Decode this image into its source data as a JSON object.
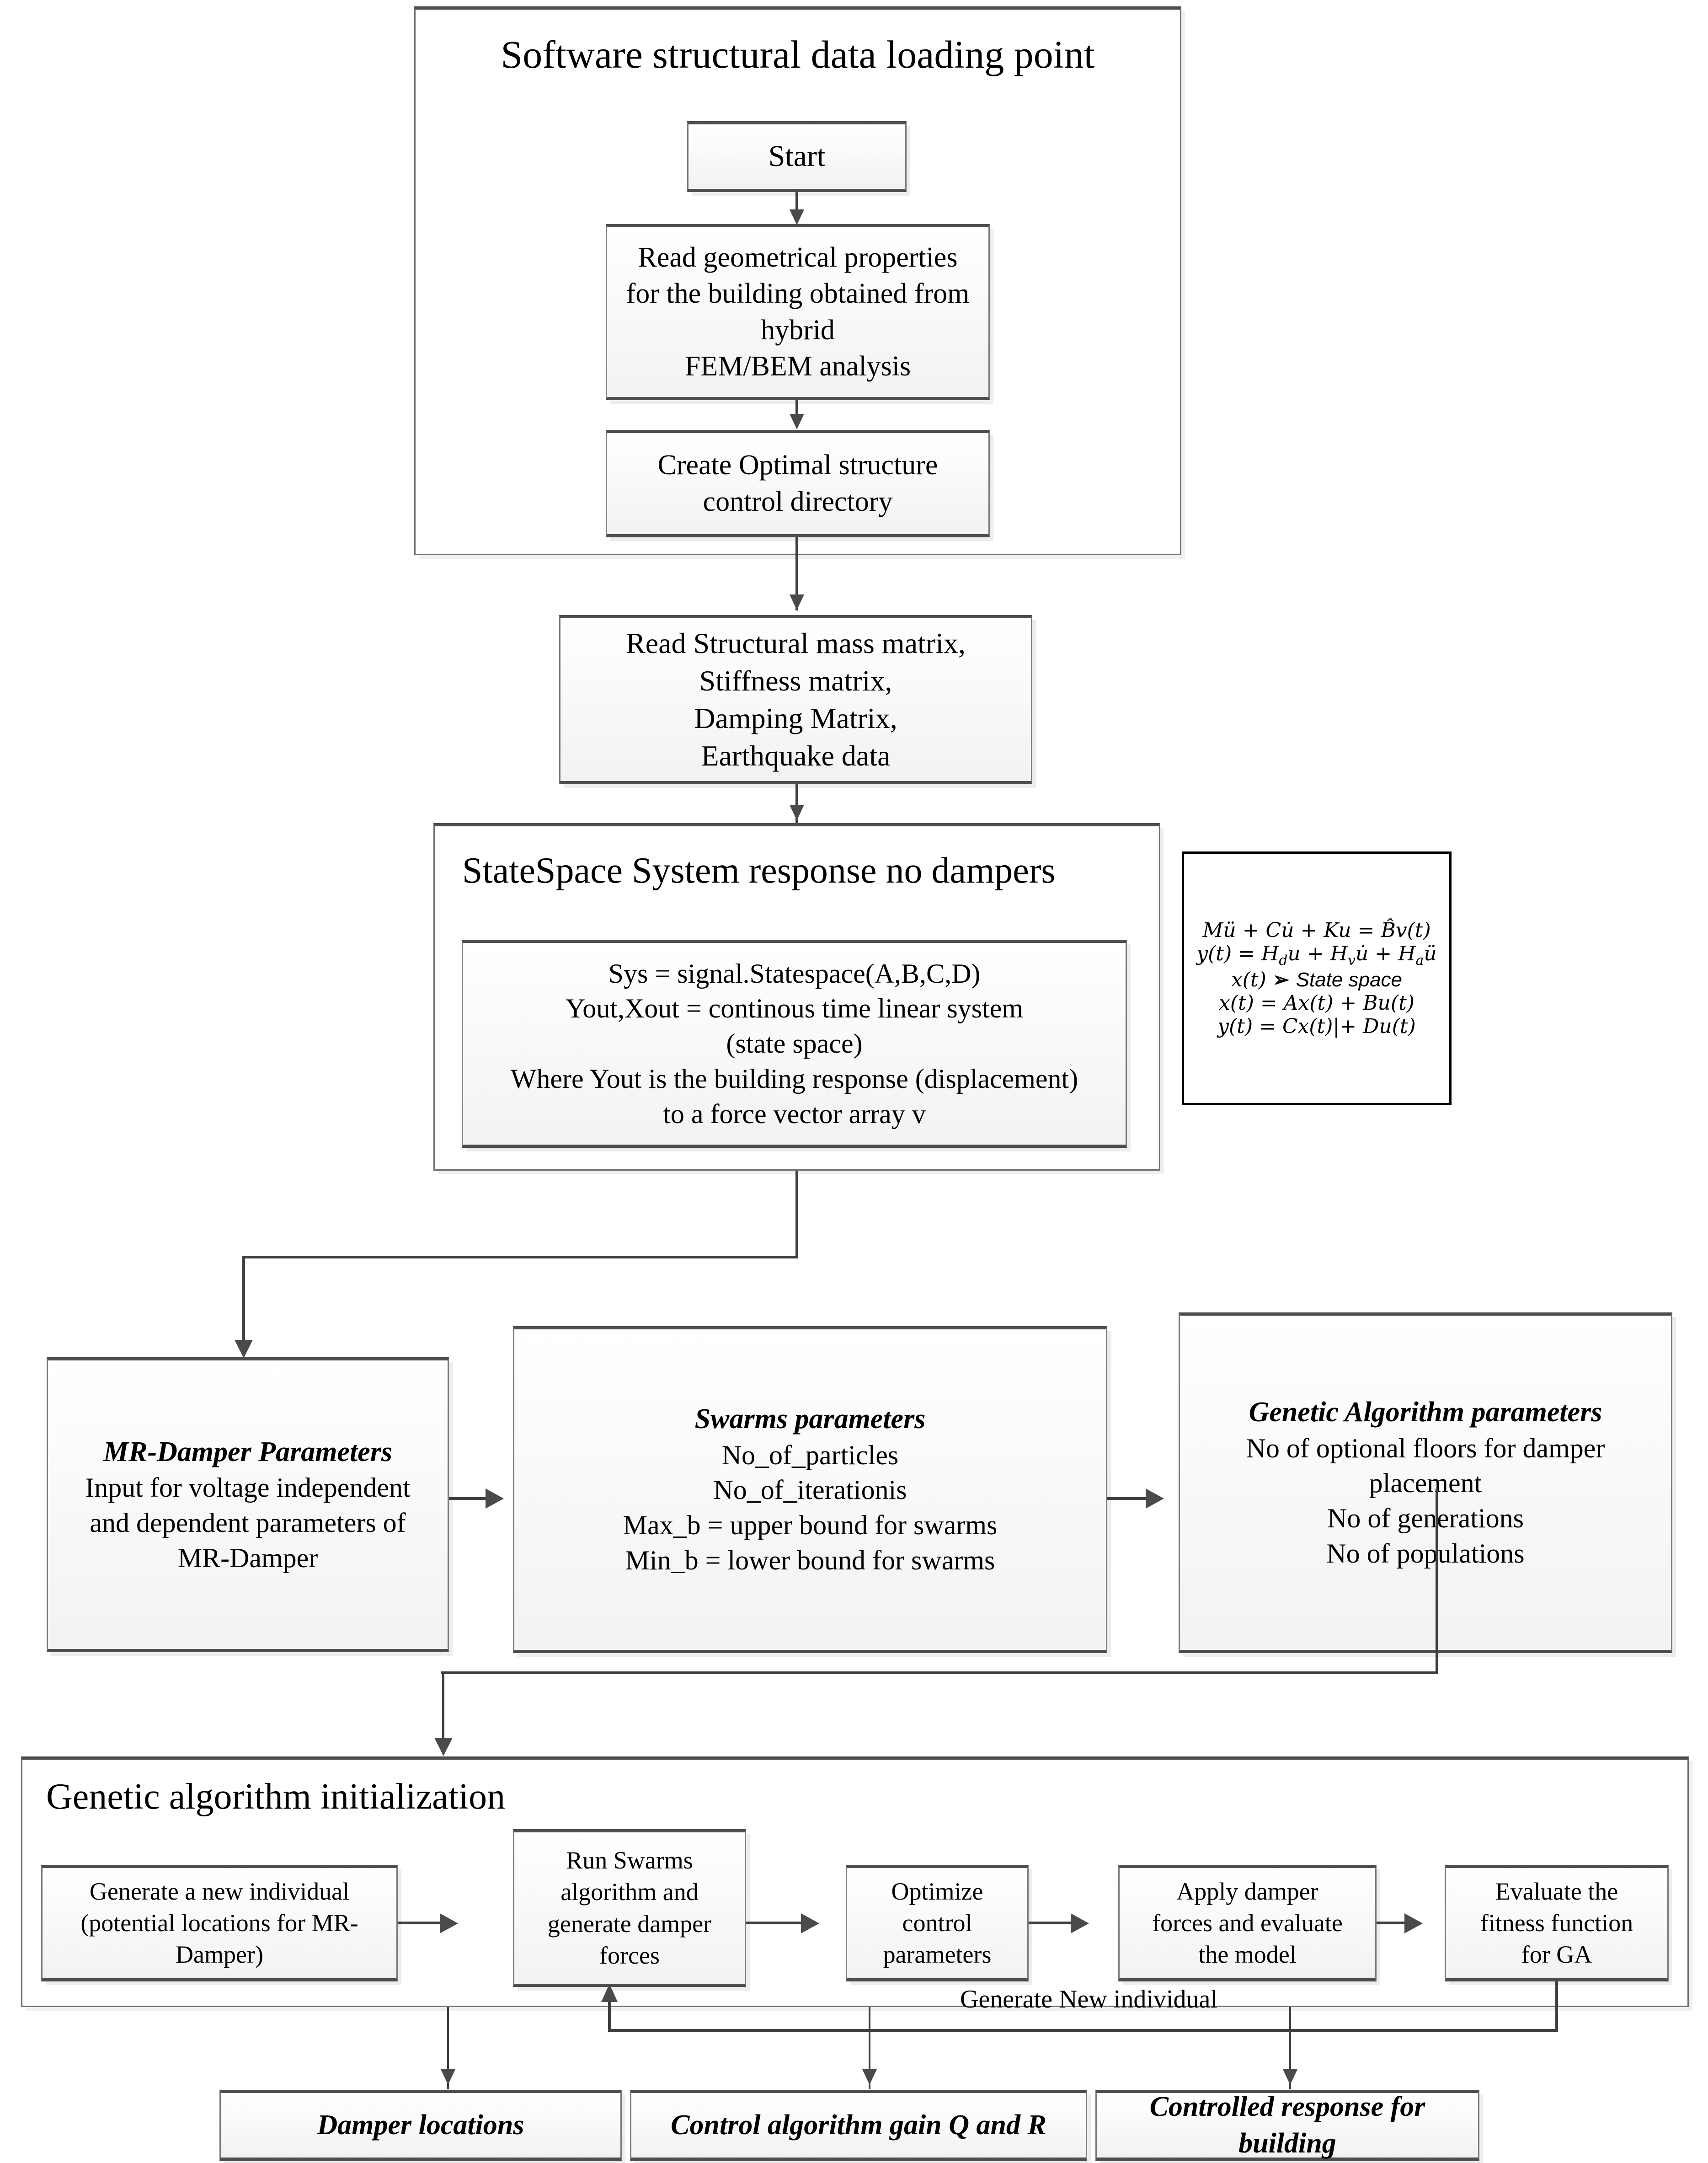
{
  "diagram": {
    "title": "Flowchart of hybrid GA-PSO MR-damper optimal placement software",
    "software_section": {
      "title": "Software structural data loading point",
      "nodes": {
        "start": "Start",
        "read_geometry": "Read geometrical properties\nfor the building obtained from\nhybrid\nFEM/BEM analysis",
        "read_geometry_lines": [
          "Read geometrical properties",
          "for the building obtained from",
          "hybrid",
          "FEM/BEM analysis"
        ],
        "create_directory_lines": [
          "Create Optimal structure",
          "control directory"
        ]
      }
    },
    "read_matrices_lines": [
      "Read Structural mass matrix,",
      "Stiffness matrix,",
      "Damping Matrix,",
      "Earthquake data"
    ],
    "statespace_section": {
      "title": "StateSpace System response no dampers",
      "inner_lines": [
        "Sys = signal.Statespace(A,B,C,D)",
        "Yout,Xout = continous time linear system",
        "(state space)",
        "Where Yout is the building response (displacement)",
        "to a force vector array v"
      ]
    },
    "equations": [
      "Mü + Cu̇ + Ku = B̂v(t)",
      "y(t) = H_d u + H_v u̇ + H_a ü",
      "x(t) ➔ State space",
      "x(t) = Ax(t) + Bu(t)",
      "y(t) = Cx(t)| + Du(t)"
    ],
    "equations_parts": {
      "eq1": {
        "lhs": "Mü + Cu̇ + Ku = ",
        "b": "B̂",
        "rhs": "v(t)"
      },
      "eq3_label": "State space",
      "eq3_arrow": "➔"
    },
    "parameter_boxes": [
      {
        "id": "mr-damper-parameters",
        "title": "MR-Damper Parameters",
        "lines": [
          "Input for voltage independent",
          "and dependent parameters of",
          "MR-Damper"
        ]
      },
      {
        "id": "swarms-parameters",
        "title": "Swarms parameters",
        "lines": [
          "No_of_particles",
          "No_of_iterationis",
          "Max_b = upper bound for swarms",
          "Min_b = lower bound for swarms"
        ]
      },
      {
        "id": "genetic-algorithm-parameters",
        "title": "Genetic Algorithm parameters",
        "lines": [
          "No of optional floors for damper",
          "placement",
          "No of generations",
          "No of populations"
        ]
      }
    ],
    "ga_section": {
      "title": "Genetic algorithm initialization",
      "steps": [
        {
          "id": "generate-new-individual",
          "lines": [
            "Generate a new individual",
            "(potential locations for MR-",
            "Damper)"
          ]
        },
        {
          "id": "run-swarms-algorithm",
          "lines": [
            "Run Swarms",
            "algorithm and",
            "generate damper",
            "forces"
          ]
        },
        {
          "id": "optimize-control-parameters",
          "lines": [
            "Optimize",
            "control",
            "parameters"
          ]
        },
        {
          "id": "apply-damper-forces",
          "lines": [
            "Apply damper",
            "forces and evaluate",
            "the model"
          ]
        },
        {
          "id": "evaluate-fitness-function",
          "lines": [
            "Evaluate the",
            "fitness function",
            "for GA"
          ]
        }
      ],
      "feedback_label": "Generate New individual"
    },
    "outputs": [
      {
        "id": "damper-locations",
        "lines": [
          "Damper locations"
        ]
      },
      {
        "id": "control-algorithm-gain",
        "lines": [
          "Control algorithm gain Q and R"
        ]
      },
      {
        "id": "controlled-response",
        "lines": [
          "Controlled response for",
          "building"
        ]
      }
    ],
    "colors": {
      "node_border_dark": "#4d4d4d",
      "node_border": "#7a7a7a",
      "connector": "#3f3f3f",
      "equation_border": "#000000",
      "page_background": "#ffffff"
    }
  }
}
